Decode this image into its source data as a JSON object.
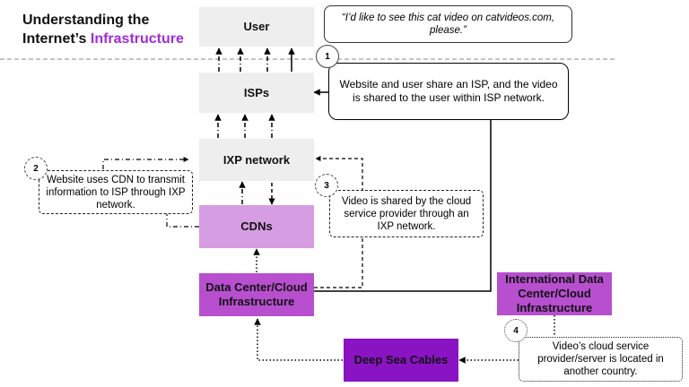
{
  "title": {
    "line1": "Understanding the",
    "line2_prefix": "Internet’s ",
    "line2_accent": "Infrastructure"
  },
  "colors": {
    "accent": "#a12cd6",
    "node_gray": "#eeeeee",
    "cdn": "#d79de2",
    "datacenter": "#b74fcf",
    "cables": "#8a14c4"
  },
  "nodes": {
    "user": "User",
    "isps": "ISPs",
    "ixp": "IXP network",
    "cdns": "CDNs",
    "datacenter": "Data Center/Cloud Infrastructure",
    "intl_datacenter": "International Data Center/Cloud Infrastructure",
    "deep_sea": "Deep Sea Cables"
  },
  "callouts": {
    "quote": "“I’d like to see this cat video on catvideos.com, please.”",
    "c1": "Website and user share an ISP, and the video is shared to the user within ISP network.",
    "c2": "Website uses  CDN to transmit  information to ISP through  IXP network.",
    "c3": "Video is shared by the cloud service provider through an IXP network.",
    "c4": "Video’s cloud service provider/server is located in another country."
  },
  "badges": {
    "b1": "1",
    "b2": "2",
    "b3": "3",
    "b4": "4"
  }
}
